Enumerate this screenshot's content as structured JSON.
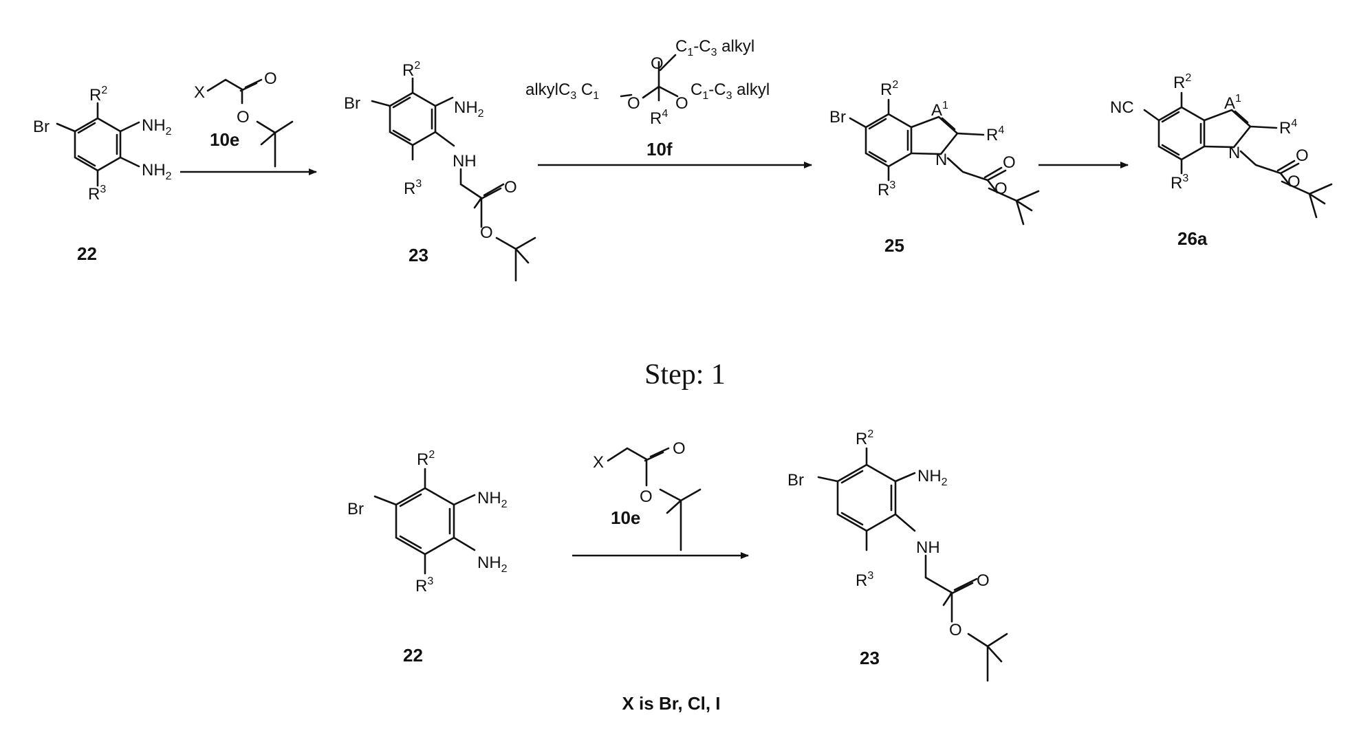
{
  "scheme": {
    "step_label": "Step: 1",
    "footnote": "X is Br, Cl, I",
    "compound_ids": {
      "c22": "22",
      "c23": "23",
      "c25": "25",
      "c26a": "26a",
      "r10e": "10e",
      "r10f": "10f"
    },
    "atoms": {
      "br": "Br",
      "nc": "NC",
      "r": "R",
      "nh2_n": "NH",
      "nh2_sub": "2",
      "nh": "NH",
      "o": "O",
      "x": "X",
      "n": "N",
      "a": "A",
      "one": "1",
      "two": "2",
      "three": "3",
      "four": "4"
    },
    "orthoester": {
      "top": "C",
      "right": "C",
      "left_text": "alkylC",
      "left_mid": " C",
      "sub1": "1",
      "sub3": "3",
      "dash": "-",
      "alkyl": " alkyl"
    }
  }
}
